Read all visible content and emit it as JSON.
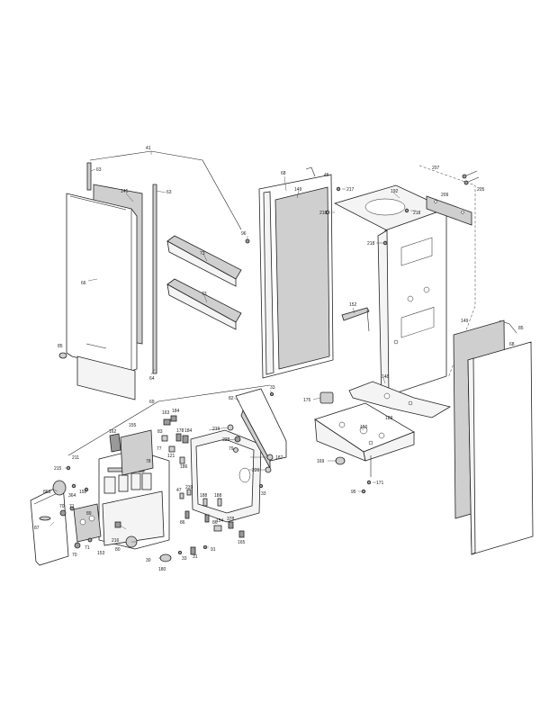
{
  "labels": {
    "l41": "41",
    "l63a": "63",
    "l146": "146",
    "l63b": "63",
    "l66": "66",
    "l73a": "73",
    "l73b": "73",
    "l96": "96",
    "l85a": "85",
    "l64": "64",
    "l68a": "68",
    "l149a": "149",
    "l46": "46",
    "l217": "217",
    "l192": "192",
    "l218a": "218",
    "l218b": "218",
    "l218c": "218",
    "l207": "207",
    "l209": "209",
    "l205": "205",
    "l152": "152",
    "l149b": "149",
    "l85b": "85",
    "l68b": "68",
    "l148": "148",
    "l175": "175",
    "l189": "189",
    "l150": "150",
    "l169": "169",
    "l171": "171",
    "l95": "95",
    "l33a": "33",
    "l82": "82",
    "l69": "69",
    "l163": "163",
    "l184": "184",
    "l162": "162",
    "l155": "155",
    "l83": "83",
    "l178a": "178",
    "l184b": "184",
    "l219": "219",
    "l228": "228",
    "l79": "79",
    "l187": "187",
    "l77": "77",
    "l121": "121",
    "l186": "186",
    "l211": "211",
    "l215": "215",
    "l78": "78",
    "l220": "220",
    "l33b": "33",
    "l868": "868",
    "l364": "364",
    "l192b": "192",
    "l47": "47",
    "l239": "239",
    "l188a": "188",
    "l188b": "188",
    "l87": "87",
    "l70a": "70",
    "l71a": "71",
    "l89": "89",
    "l216": "216",
    "l86a": "86",
    "l86b": "86",
    "l154": "154",
    "l378": "378",
    "l165": "165",
    "l80": "80",
    "l71b": "71",
    "l153": "153",
    "l70b": "70",
    "l30": "30",
    "l33c": "33",
    "l31": "31",
    "l91": "91",
    "l180": "180"
  }
}
